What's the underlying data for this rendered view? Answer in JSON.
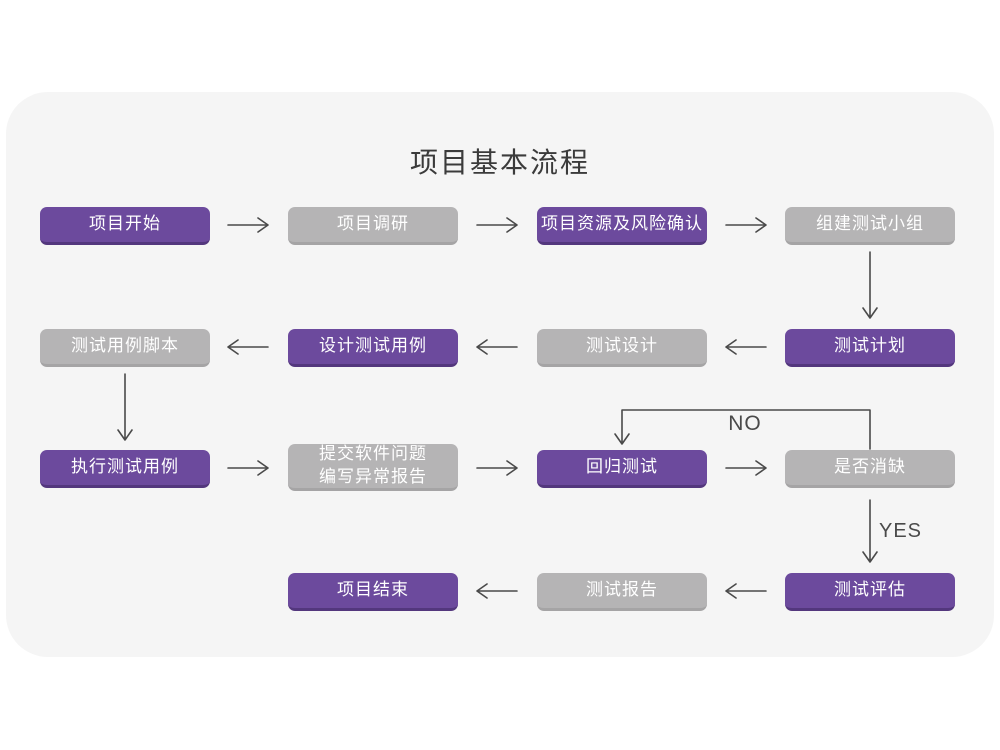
{
  "title": "项目基本流程",
  "labels": {
    "no": "NO",
    "yes": "YES"
  },
  "colors": {
    "purple": "#6c4a9d",
    "purple_dark": "#53377d",
    "gray": "#b5b4b5",
    "gray_dark": "#a5a4a5",
    "arrow": "#4a4a4a",
    "card_bg": "#f5f5f5",
    "text_on_node": "#ffffff",
    "title_color": "#3b3b3b"
  },
  "nodes": [
    {
      "id": "project-start",
      "label": "项目开始",
      "variant": "purple"
    },
    {
      "id": "project-research",
      "label": "项目调研",
      "variant": "gray"
    },
    {
      "id": "resource-risk-confirm",
      "label": "项目资源及风险确认",
      "variant": "purple"
    },
    {
      "id": "build-test-team",
      "label": "组建测试小组",
      "variant": "gray"
    },
    {
      "id": "test-case-script",
      "label": "测试用例脚本",
      "variant": "gray"
    },
    {
      "id": "design-test-cases",
      "label": "设计测试用例",
      "variant": "purple"
    },
    {
      "id": "test-design",
      "label": "测试设计",
      "variant": "gray"
    },
    {
      "id": "test-plan",
      "label": "测试计划",
      "variant": "purple"
    },
    {
      "id": "execute-test-cases",
      "label": "执行测试用例",
      "variant": "purple"
    },
    {
      "id": "submit-issue-report",
      "label": "提交软件问题\n编写异常报告",
      "variant": "gray"
    },
    {
      "id": "regression-test",
      "label": "回归测试",
      "variant": "purple"
    },
    {
      "id": "defect-cleared",
      "label": "是否消缺",
      "variant": "gray"
    },
    {
      "id": "test-evaluation",
      "label": "测试评估",
      "variant": "purple"
    },
    {
      "id": "test-report",
      "label": "测试报告",
      "variant": "gray"
    },
    {
      "id": "project-end",
      "label": "项目结束",
      "variant": "purple"
    }
  ]
}
